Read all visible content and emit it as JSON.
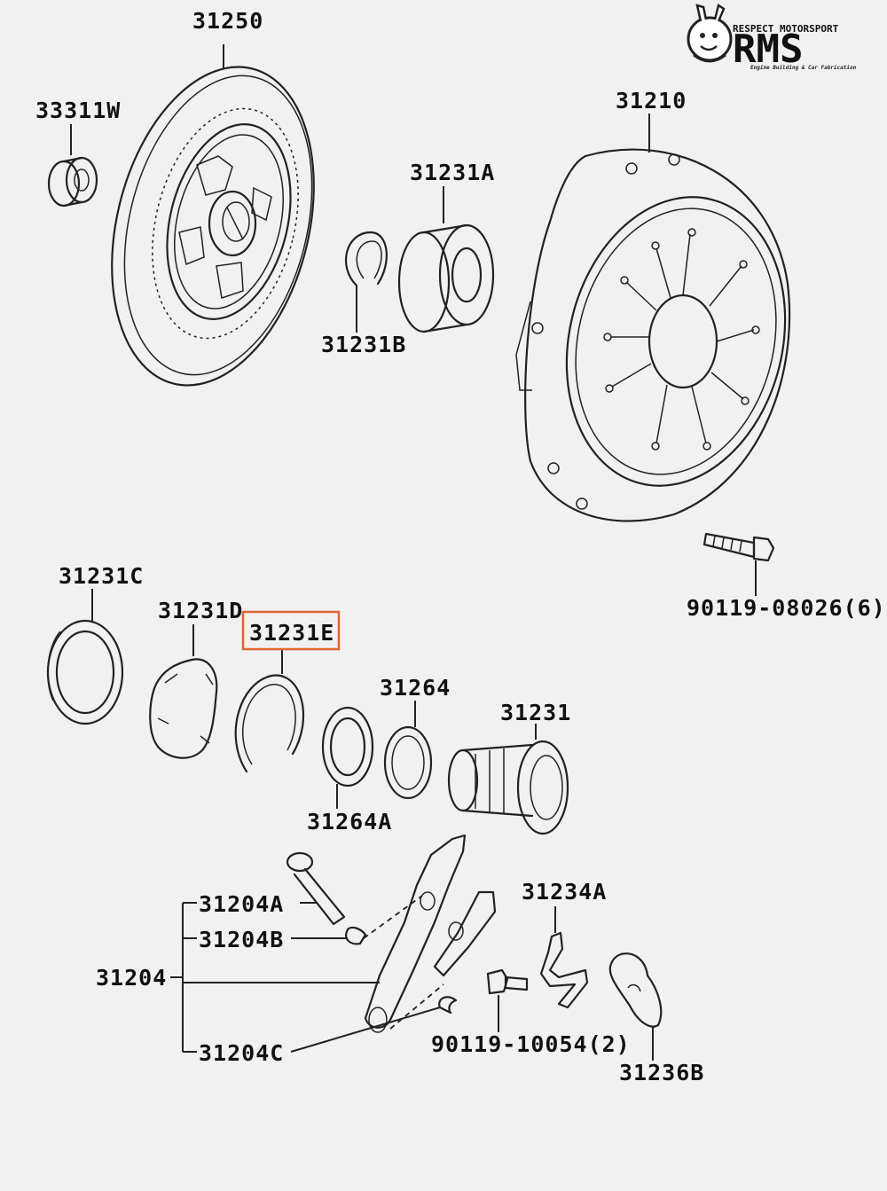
{
  "logo": {
    "brand": "RMS",
    "tagline": "RESPECT MOTORSPORT",
    "subtagline": "Engine Building & Car Fabrication"
  },
  "highlight_color": "#e0672e",
  "parts": {
    "p31250": "31250",
    "p33311W": "33311W",
    "p31210": "31210",
    "p31231A": "31231A",
    "p31231B": "31231B",
    "p31231C": "31231C",
    "p31231D": "31231D",
    "p31231E": "31231E",
    "p31264": "31264",
    "p31264A": "31264A",
    "p31231": "31231",
    "p90119_08026": "90119-08026(6)",
    "p31204A": "31204A",
    "p31204B": "31204B",
    "p31204": "31204",
    "p31204C": "31204C",
    "p31234A": "31234A",
    "p90119_10054": "90119-10054(2)",
    "p31236B": "31236B"
  }
}
